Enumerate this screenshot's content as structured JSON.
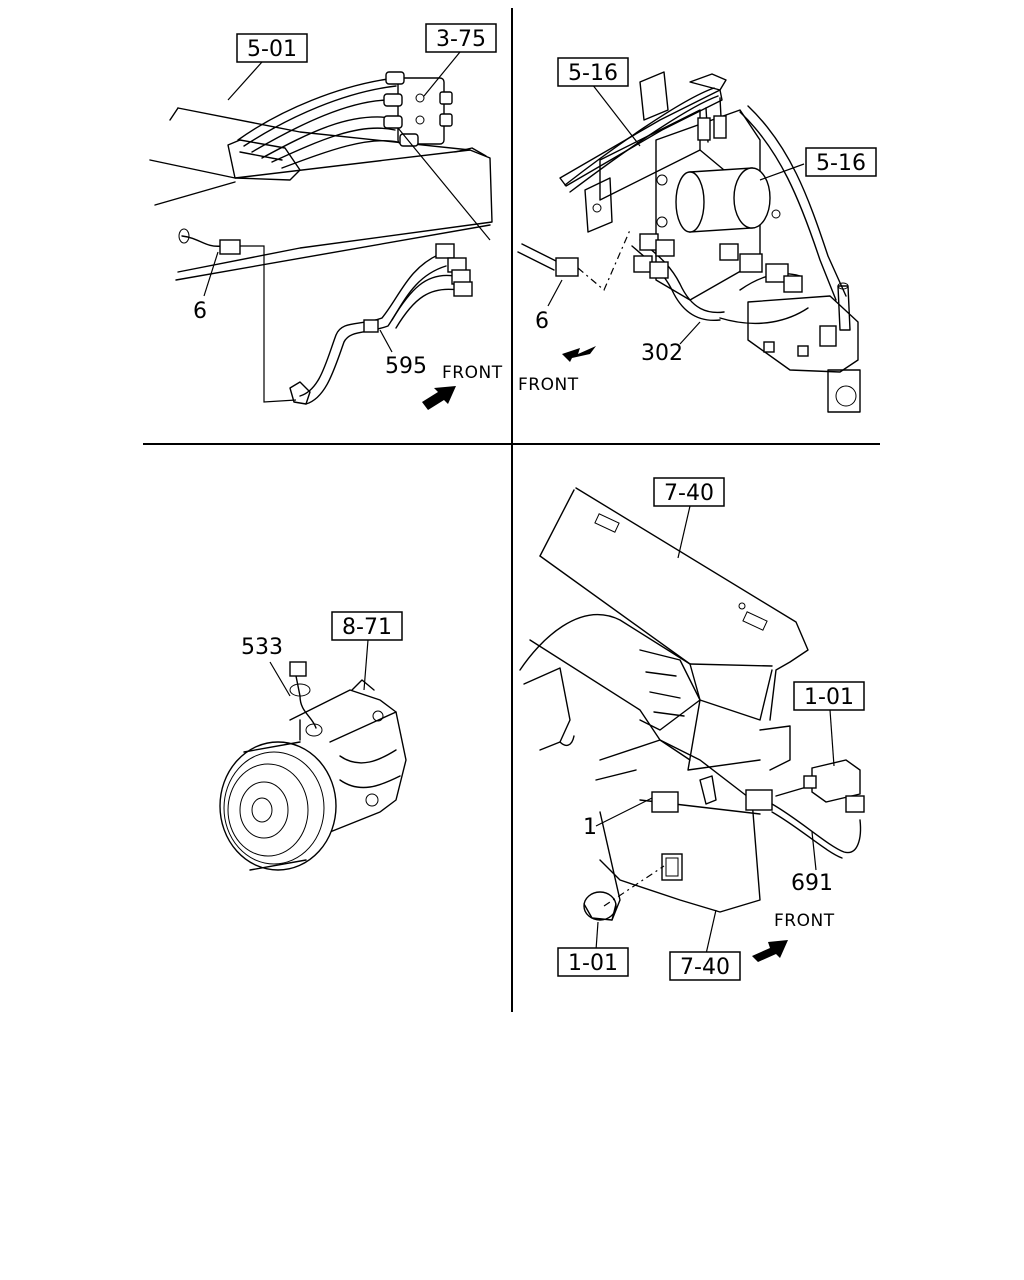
{
  "panels": {
    "top_left": {
      "refs": [
        "5-01",
        "3-75"
      ],
      "parts": [
        "6",
        "595"
      ],
      "front": "FRONT"
    },
    "top_right": {
      "refs": [
        "5-16",
        "5-16"
      ],
      "parts": [
        "6",
        "302"
      ],
      "front": "FRONT"
    },
    "bottom_left": {
      "refs": [
        "8-71"
      ],
      "parts": [
        "533"
      ]
    },
    "bottom_right": {
      "refs": [
        "7-40",
        "1-01",
        "1-01",
        "7-40"
      ],
      "parts": [
        "1",
        "691"
      ],
      "front": "FRONT"
    }
  },
  "icons": {
    "front_arrow": "front-direction-arrow-icon"
  }
}
